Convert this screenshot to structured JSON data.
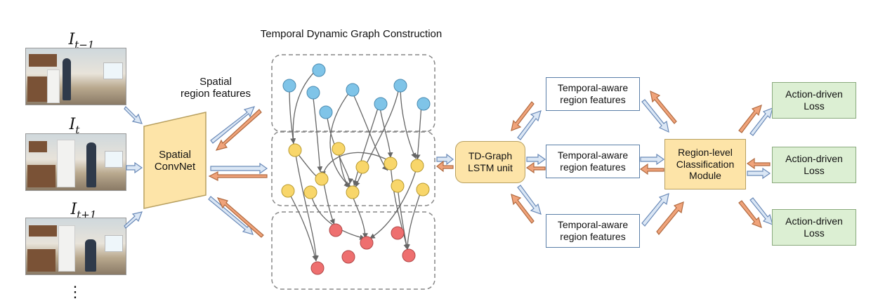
{
  "title": "Temporal Dynamic Graph Construction",
  "frames": [
    {
      "base": "I",
      "sub": "t−1"
    },
    {
      "base": "I",
      "sub": "t"
    },
    {
      "base": "I",
      "sub": "t+1"
    }
  ],
  "ellipsis": "⋮",
  "spatial_features_label": "Spatial\nregion features",
  "convnet_label": "Spatial\nConvNet",
  "lstm_label": "TD-Graph\nLSTM unit",
  "temporal_features_label": "Temporal-aware\nregion features",
  "classification_label": "Region-level\nClassification\nModule",
  "loss_label": "Action-driven\nLoss",
  "colors": {
    "blue_node": "#7fc4e8",
    "yellow_node": "#f8d66a",
    "red_node": "#ee6f6f",
    "arrow_forward": "#dbe7f5",
    "arrow_backward": "#f0a37a",
    "edge": "#666666"
  }
}
